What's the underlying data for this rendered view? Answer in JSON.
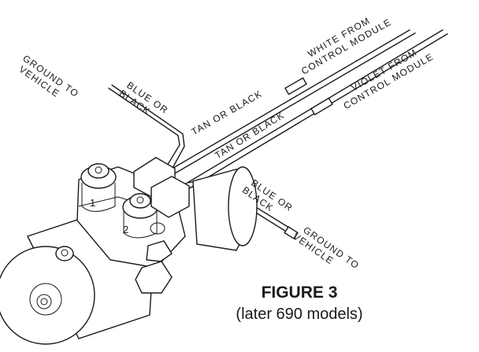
{
  "labels": {
    "ground_top": [
      "GROUND TO",
      "VEHICLE"
    ],
    "blue_black_top": [
      "BLUE OR",
      "BLACK"
    ],
    "tan_black_top": "TAN OR BLACK",
    "white_module": [
      "WHITE FROM",
      "CONTROL MODULE"
    ],
    "violet_module": [
      "VIOLET FROM",
      "CONTROL MODULE"
    ],
    "tan_black_bottom": "TAN OR BLACK",
    "blue_black_bottom": [
      "BLUE OR",
      "BLACK"
    ],
    "ground_bottom": [
      "GROUND TO",
      "VEHICLE"
    ],
    "terminal_1": "1",
    "terminal_2": "2"
  },
  "caption": {
    "title": "FIGURE 3",
    "subtitle": "(later 690 models)"
  }
}
